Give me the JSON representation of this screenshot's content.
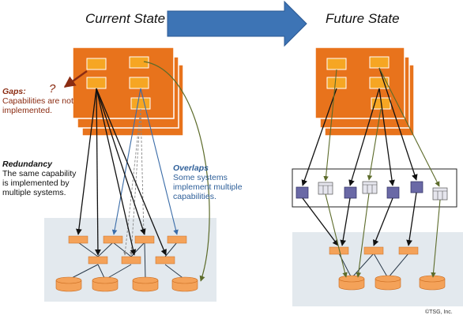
{
  "titles": {
    "current": "Current State",
    "future": "Future State"
  },
  "notes": {
    "gaps": {
      "title": "Gaps:",
      "marker": "?",
      "text": "Capabilities are not implemented."
    },
    "redundancy": {
      "title": "Redundancy",
      "text": "The same capability is implemented by multiple systems."
    },
    "overlaps": {
      "title": "Overlaps",
      "text": "Some systems implement multiple capabilities."
    }
  },
  "copyright": "©TSG, Inc.",
  "colors": {
    "orange": "#e8731c",
    "capability": "#f6a623",
    "component": "#f4a259",
    "pool": "#e3e9ee",
    "arrow": "#3d74b5",
    "service": "#6a69a6",
    "gap": "#8b2c12",
    "overlap": "#3a6ca8",
    "olive": "#5c6b2a"
  },
  "icons": [
    "gap-arrow-icon",
    "transition-arrow-icon",
    "service-node-icon",
    "service-table-icon",
    "database-icon"
  ]
}
